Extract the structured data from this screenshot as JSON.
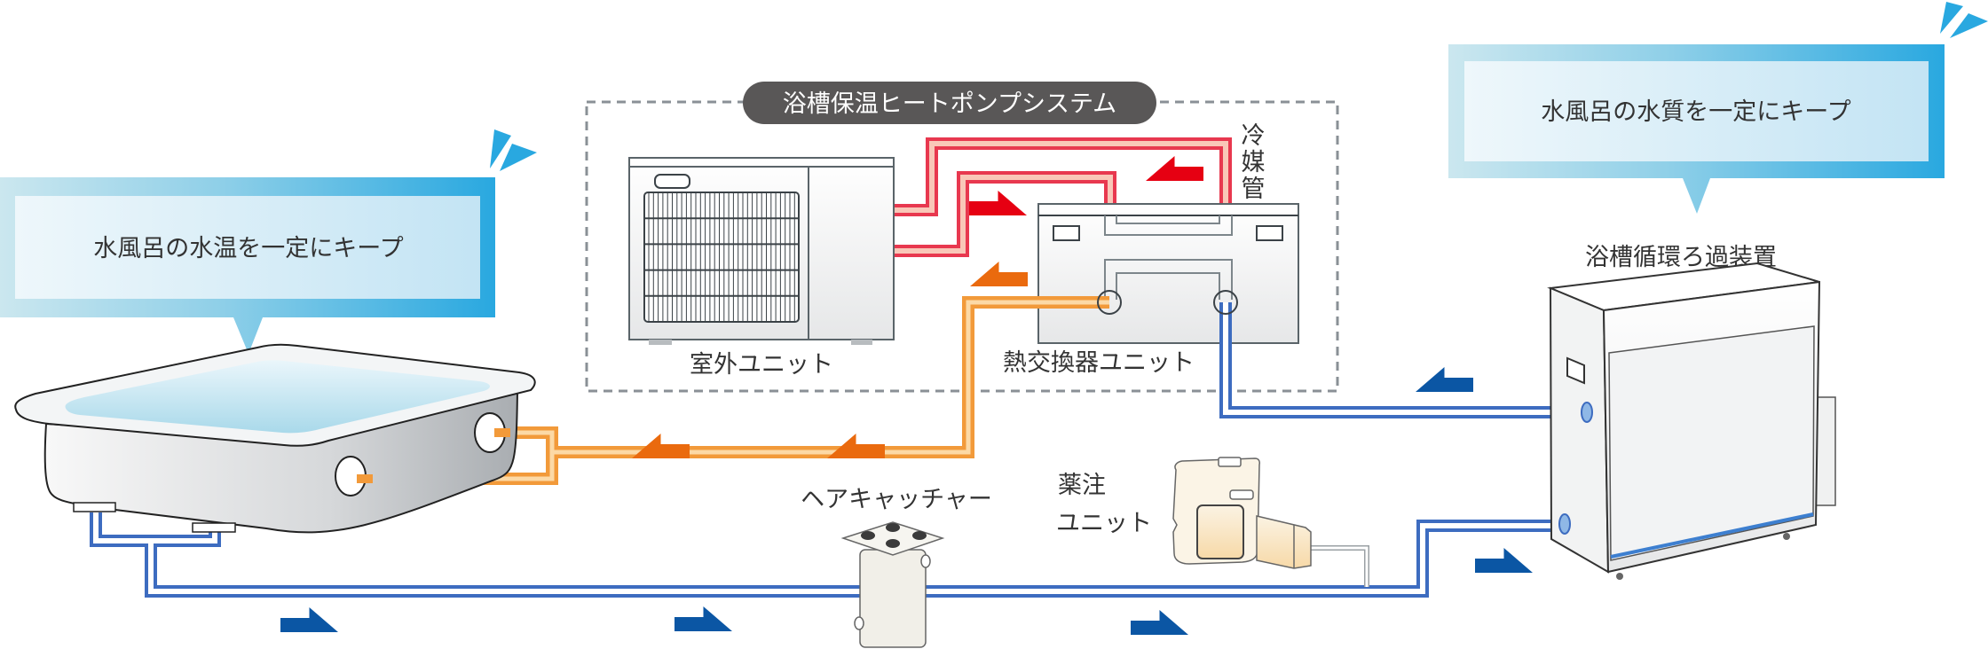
{
  "diagram": {
    "title": "浴槽保温ヒートポンプシステム",
    "callouts": {
      "temperature": "水風呂の水温を一定にキープ",
      "quality": "水風呂の水質を一定にキープ"
    },
    "components": {
      "outdoor_unit": "室外ユニット",
      "heat_exchanger_unit": "熱交換器ユニット",
      "refrigerant_pipe": [
        "冷",
        "媒",
        "管"
      ],
      "filtration_device": "浴槽循環ろ過装置",
      "hair_catcher": "ヘアキャッチャー",
      "chemical_unit": [
        "薬注",
        "ユニット"
      ]
    },
    "flows": {
      "refrigerant": {
        "color": "#e60012",
        "arrows": [
          "right",
          "left"
        ]
      },
      "hot_water": {
        "color": "#ea6a0e",
        "arrows": [
          "left",
          "left",
          "left"
        ]
      },
      "circulation": {
        "color": "#0b56a4",
        "arrows": [
          "right",
          "right",
          "right",
          "right",
          "left"
        ]
      }
    },
    "colors": {
      "callout_accent": "#29a8e0",
      "callout_light": "#d4ecf5",
      "pill_bg": "#595757",
      "pipe_blue": "#3d6cc0",
      "pipe_orange": "#f29a3a",
      "pipe_red": "#e8384f"
    }
  }
}
